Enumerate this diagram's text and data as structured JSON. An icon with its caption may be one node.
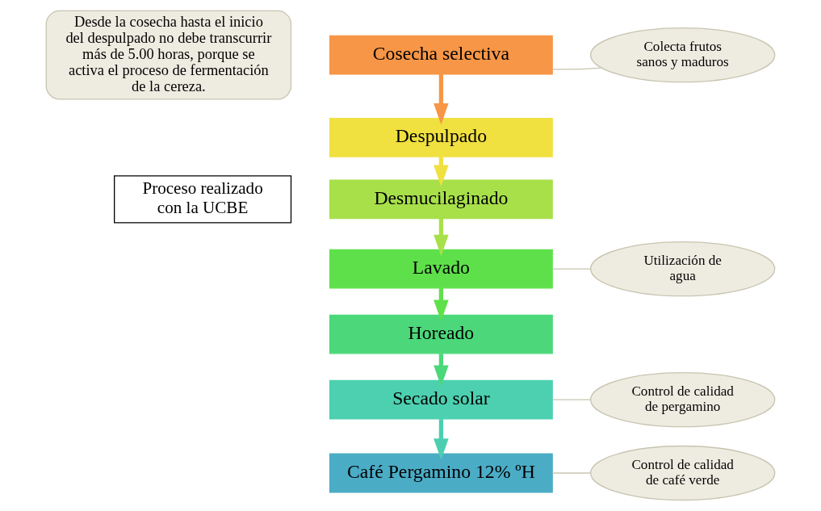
{
  "diagram": {
    "nodes": [
      {
        "text": [
          "Cosecha selectiva"
        ]
      },
      {
        "text": [
          "Despulpado"
        ]
      },
      {
        "text": [
          "Desmucilaginado"
        ]
      },
      {
        "text": [
          "Lavado"
        ]
      },
      {
        "text": [
          "Horeado"
        ]
      },
      {
        "text": [
          "Secado solar"
        ]
      },
      {
        "text": [
          "Café Pergamino 12% ºH"
        ]
      },
      {
        "text": [
          "Colecta frutos sanos y maduros"
        ]
      },
      {
        "text": [
          "Utilización de agua"
        ]
      },
      {
        "text": [
          "Control de calidad de pergamino"
        ]
      },
      {
        "text": [
          "Control de calidad de café verde"
        ]
      },
      {
        "text": [
          "Desde la cosecha hasta el inicio del despulpado no debe transcurrir más de 5.00 horas, porque se activa el proceso de fermentación de la cereza."
        ]
      },
      {
        "text": [
          "Proceso realizado con la UCBE"
        ]
      }
    ],
    "edges": [
      {
        "from": 0,
        "to": 1,
        "arrow": "to",
        "color": "#f79646"
      },
      {
        "from": 1,
        "to": 2,
        "arrow": "to",
        "color": "#f0e040"
      },
      {
        "from": 2,
        "to": 3,
        "arrow": "to",
        "color": "#a8e04a"
      },
      {
        "from": 3,
        "to": 4,
        "arrow": "to",
        "color": "#5ee04a"
      },
      {
        "from": 4,
        "to": 5,
        "arrow": "to",
        "color": "#4cd87a"
      },
      {
        "from": 5,
        "to": 6,
        "arrow": "to",
        "color": "#4ccfb0"
      },
      {
        "from": 7,
        "to": 0,
        "arrow": "none"
      },
      {
        "from": 8,
        "to": 3,
        "arrow": "none"
      },
      {
        "from": 9,
        "to": 5,
        "arrow": "none"
      },
      {
        "from": 10,
        "to": 6,
        "arrow": "none"
      }
    ]
  }
}
